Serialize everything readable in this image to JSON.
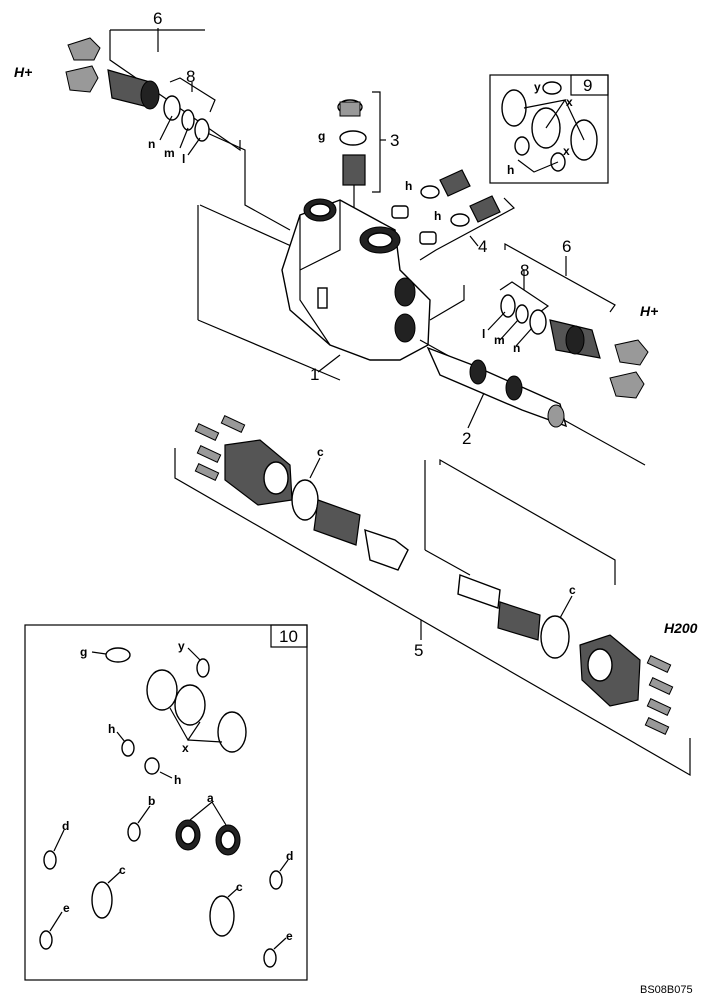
{
  "callouts": {
    "c1": "1",
    "c2": "2",
    "c3": "3",
    "c4": "4",
    "c5": "5",
    "c6_top": "6",
    "c6_right": "6",
    "c8_top": "8",
    "c8_right": "8"
  },
  "model_tags": {
    "hplus_left": "H+",
    "hplus_right": "H+",
    "h200": "H200"
  },
  "letters": {
    "n": "n",
    "m": "m",
    "l": "l",
    "g": "g",
    "h": "h",
    "y": "y",
    "x": "x",
    "c": "c",
    "a": "a",
    "b": "b",
    "d": "d",
    "e": "e"
  },
  "kits": {
    "kit9": "9",
    "kit10": "10"
  },
  "figure_ref": "BS08B075"
}
